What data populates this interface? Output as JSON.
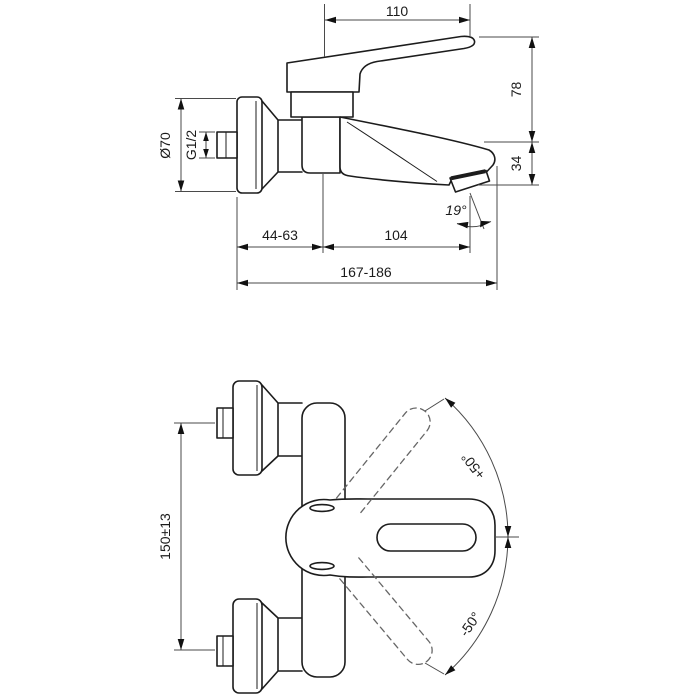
{
  "colors": {
    "background": "#ffffff",
    "outline": "#1c1c1c",
    "dimension_line": "#4a4a4a",
    "text": "#1b1b1b"
  },
  "side_view": {
    "description": "wall-mounted single-lever mixer, side elevation",
    "dimensions": {
      "handle_length": "110",
      "handle_height": "78",
      "spout_drop": "34",
      "flange_diameter": "Ø70",
      "connection_thread": "G1/2",
      "wall_offset_range": "44-63",
      "spout_projection": "104",
      "total_projection_range": "167-186",
      "spout_angle": "19°"
    }
  },
  "front_view": {
    "description": "wall-mounted single-lever mixer, front elevation with handle swing range",
    "dimensions": {
      "connection_centers": "150±13",
      "handle_swing_up": "+50°",
      "handle_swing_down": "-50°"
    }
  }
}
